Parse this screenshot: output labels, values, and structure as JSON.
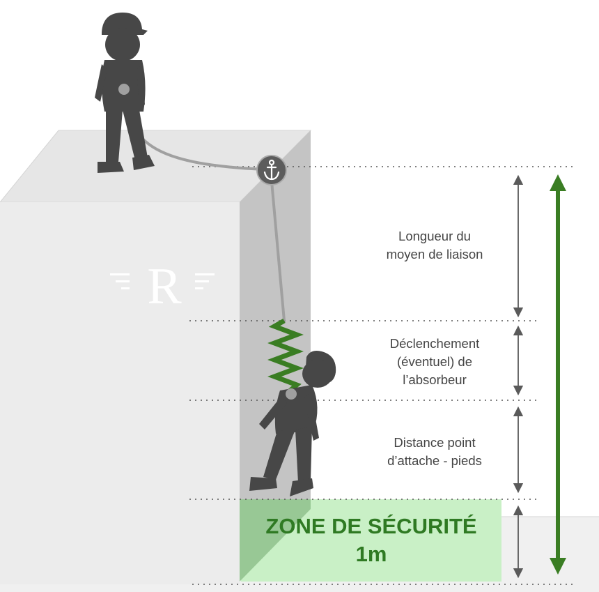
{
  "logo": {
    "letter": "R"
  },
  "labels": {
    "lanyard": [
      "Longueur du",
      "moyen de liaison"
    ],
    "absorber": [
      "Déclenchement",
      "(éventuel) de",
      "l’absorbeur"
    ],
    "attach": [
      "Distance point",
      "d’attache - pieds"
    ]
  },
  "safety_zone": {
    "title": "ZONE DE SÉCURITÉ",
    "distance": "1m"
  },
  "colors": {
    "accent_green": "#3a7d23",
    "zone_fill": "#c9f0c6",
    "figure": "#474747",
    "block_front": "#ececec",
    "block_side": "#c4c4c4"
  },
  "icons": [
    "anchor-icon",
    "shock-absorber-spring",
    "worker-standing",
    "worker-suspended"
  ]
}
